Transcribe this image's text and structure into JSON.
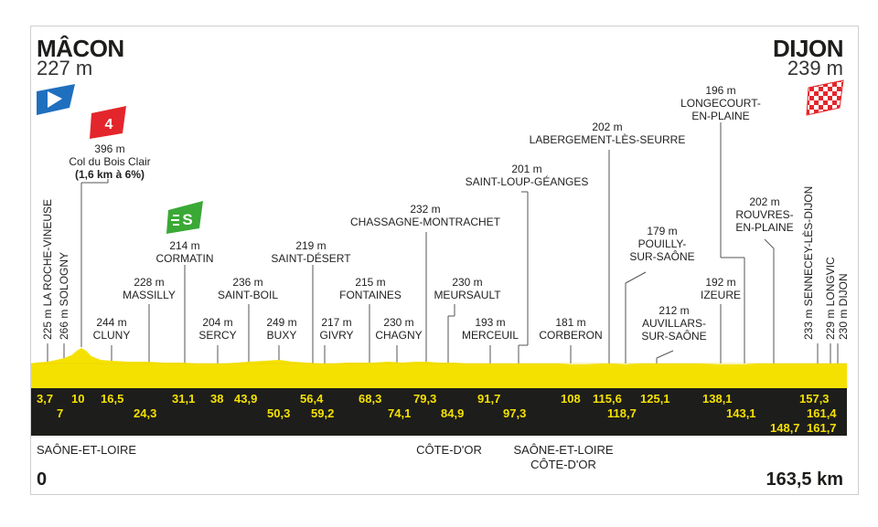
{
  "start": {
    "city": "MÂCON",
    "altitude": "227 m"
  },
  "finish": {
    "city": "DIJON",
    "altitude": "239 m"
  },
  "distance": {
    "start": "0",
    "end": "163,5 km"
  },
  "colors": {
    "profile": "#f5e100",
    "band": "#1d1d1b",
    "start_flag": "#1f6fbf",
    "climb_badge": "#e3262b",
    "sprint_badge": "#3aa935"
  },
  "climb": {
    "badge": "4",
    "altitude": "396 m",
    "name": "Col du Bois Clair",
    "detail": "(1,6 km à 6%)"
  },
  "sprint": {
    "badge": "S",
    "altitude": "214 m",
    "name": "CORMATIN"
  },
  "labels": [
    {
      "altitude": "228 m",
      "name": "MASSILLY"
    },
    {
      "altitude": "244 m",
      "name": "CLUNY"
    },
    {
      "altitude": "236 m",
      "name": "SAINT-BOIL"
    },
    {
      "altitude": "204 m",
      "name": "SERCY"
    },
    {
      "altitude": "249 m",
      "name": "BUXY"
    },
    {
      "altitude": "219 m",
      "name": "SAINT-DÉSERT"
    },
    {
      "altitude": "217 m",
      "name": "GIVRY"
    },
    {
      "altitude": "215 m",
      "name": "FONTAINES"
    },
    {
      "altitude": "230 m",
      "name": "CHAGNY"
    },
    {
      "altitude": "232 m",
      "name": "CHASSAGNE-MONTRACHET"
    },
    {
      "altitude": "230 m",
      "name": "MEURSAULT"
    },
    {
      "altitude": "193 m",
      "name": "MERCEUIL"
    },
    {
      "altitude": "201 m",
      "name": "SAINT-LOUP-GÉANGES"
    },
    {
      "altitude": "181 m",
      "name": "CORBERON"
    },
    {
      "altitude": "202 m",
      "name": "LABERGEMENT-LÈS-SEURRE"
    },
    {
      "altitude": "179 m",
      "name": "POUILLY-\nSUR-SAÔNE"
    },
    {
      "altitude": "212 m",
      "name": "AUVILLARS-\nSUR-SAÔNE"
    },
    {
      "altitude": "192 m",
      "name": "IZEURE"
    },
    {
      "altitude": "196 m",
      "name": "LONGECOURT-\nEN-PLAINE"
    },
    {
      "altitude": "202 m",
      "name": "ROUVRES-\nEN-PLAINE"
    }
  ],
  "vertical_labels": [
    {
      "text": "225 m  LA ROCHE-VINEUSE"
    },
    {
      "text": "266 m  SOLOGNY"
    },
    {
      "text": "233 m  SENNECEY-LÈS-DIJON"
    },
    {
      "text": "229 m  LONGVIC"
    },
    {
      "text": "230 m  DIJON"
    }
  ],
  "km_markers": [
    "3,7",
    "7",
    "10",
    "16,5",
    "24,3",
    "31,1",
    "38",
    "43,9",
    "50,3",
    "56,4",
    "59,2",
    "68,3",
    "74,1",
    "79,3",
    "84,9",
    "91,7",
    "97,3",
    "108",
    "115,6",
    "118,7",
    "125,1",
    "138,1",
    "143,1",
    "148,7",
    "157,3",
    "161,4",
    "161,7"
  ],
  "regions": [
    {
      "text": "SAÔNE-ET-LOIRE"
    },
    {
      "text": "CÔTE-D'OR"
    },
    {
      "text": "SAÔNE-ET-LOIRE"
    },
    {
      "text": "CÔTE-D'OR"
    }
  ]
}
